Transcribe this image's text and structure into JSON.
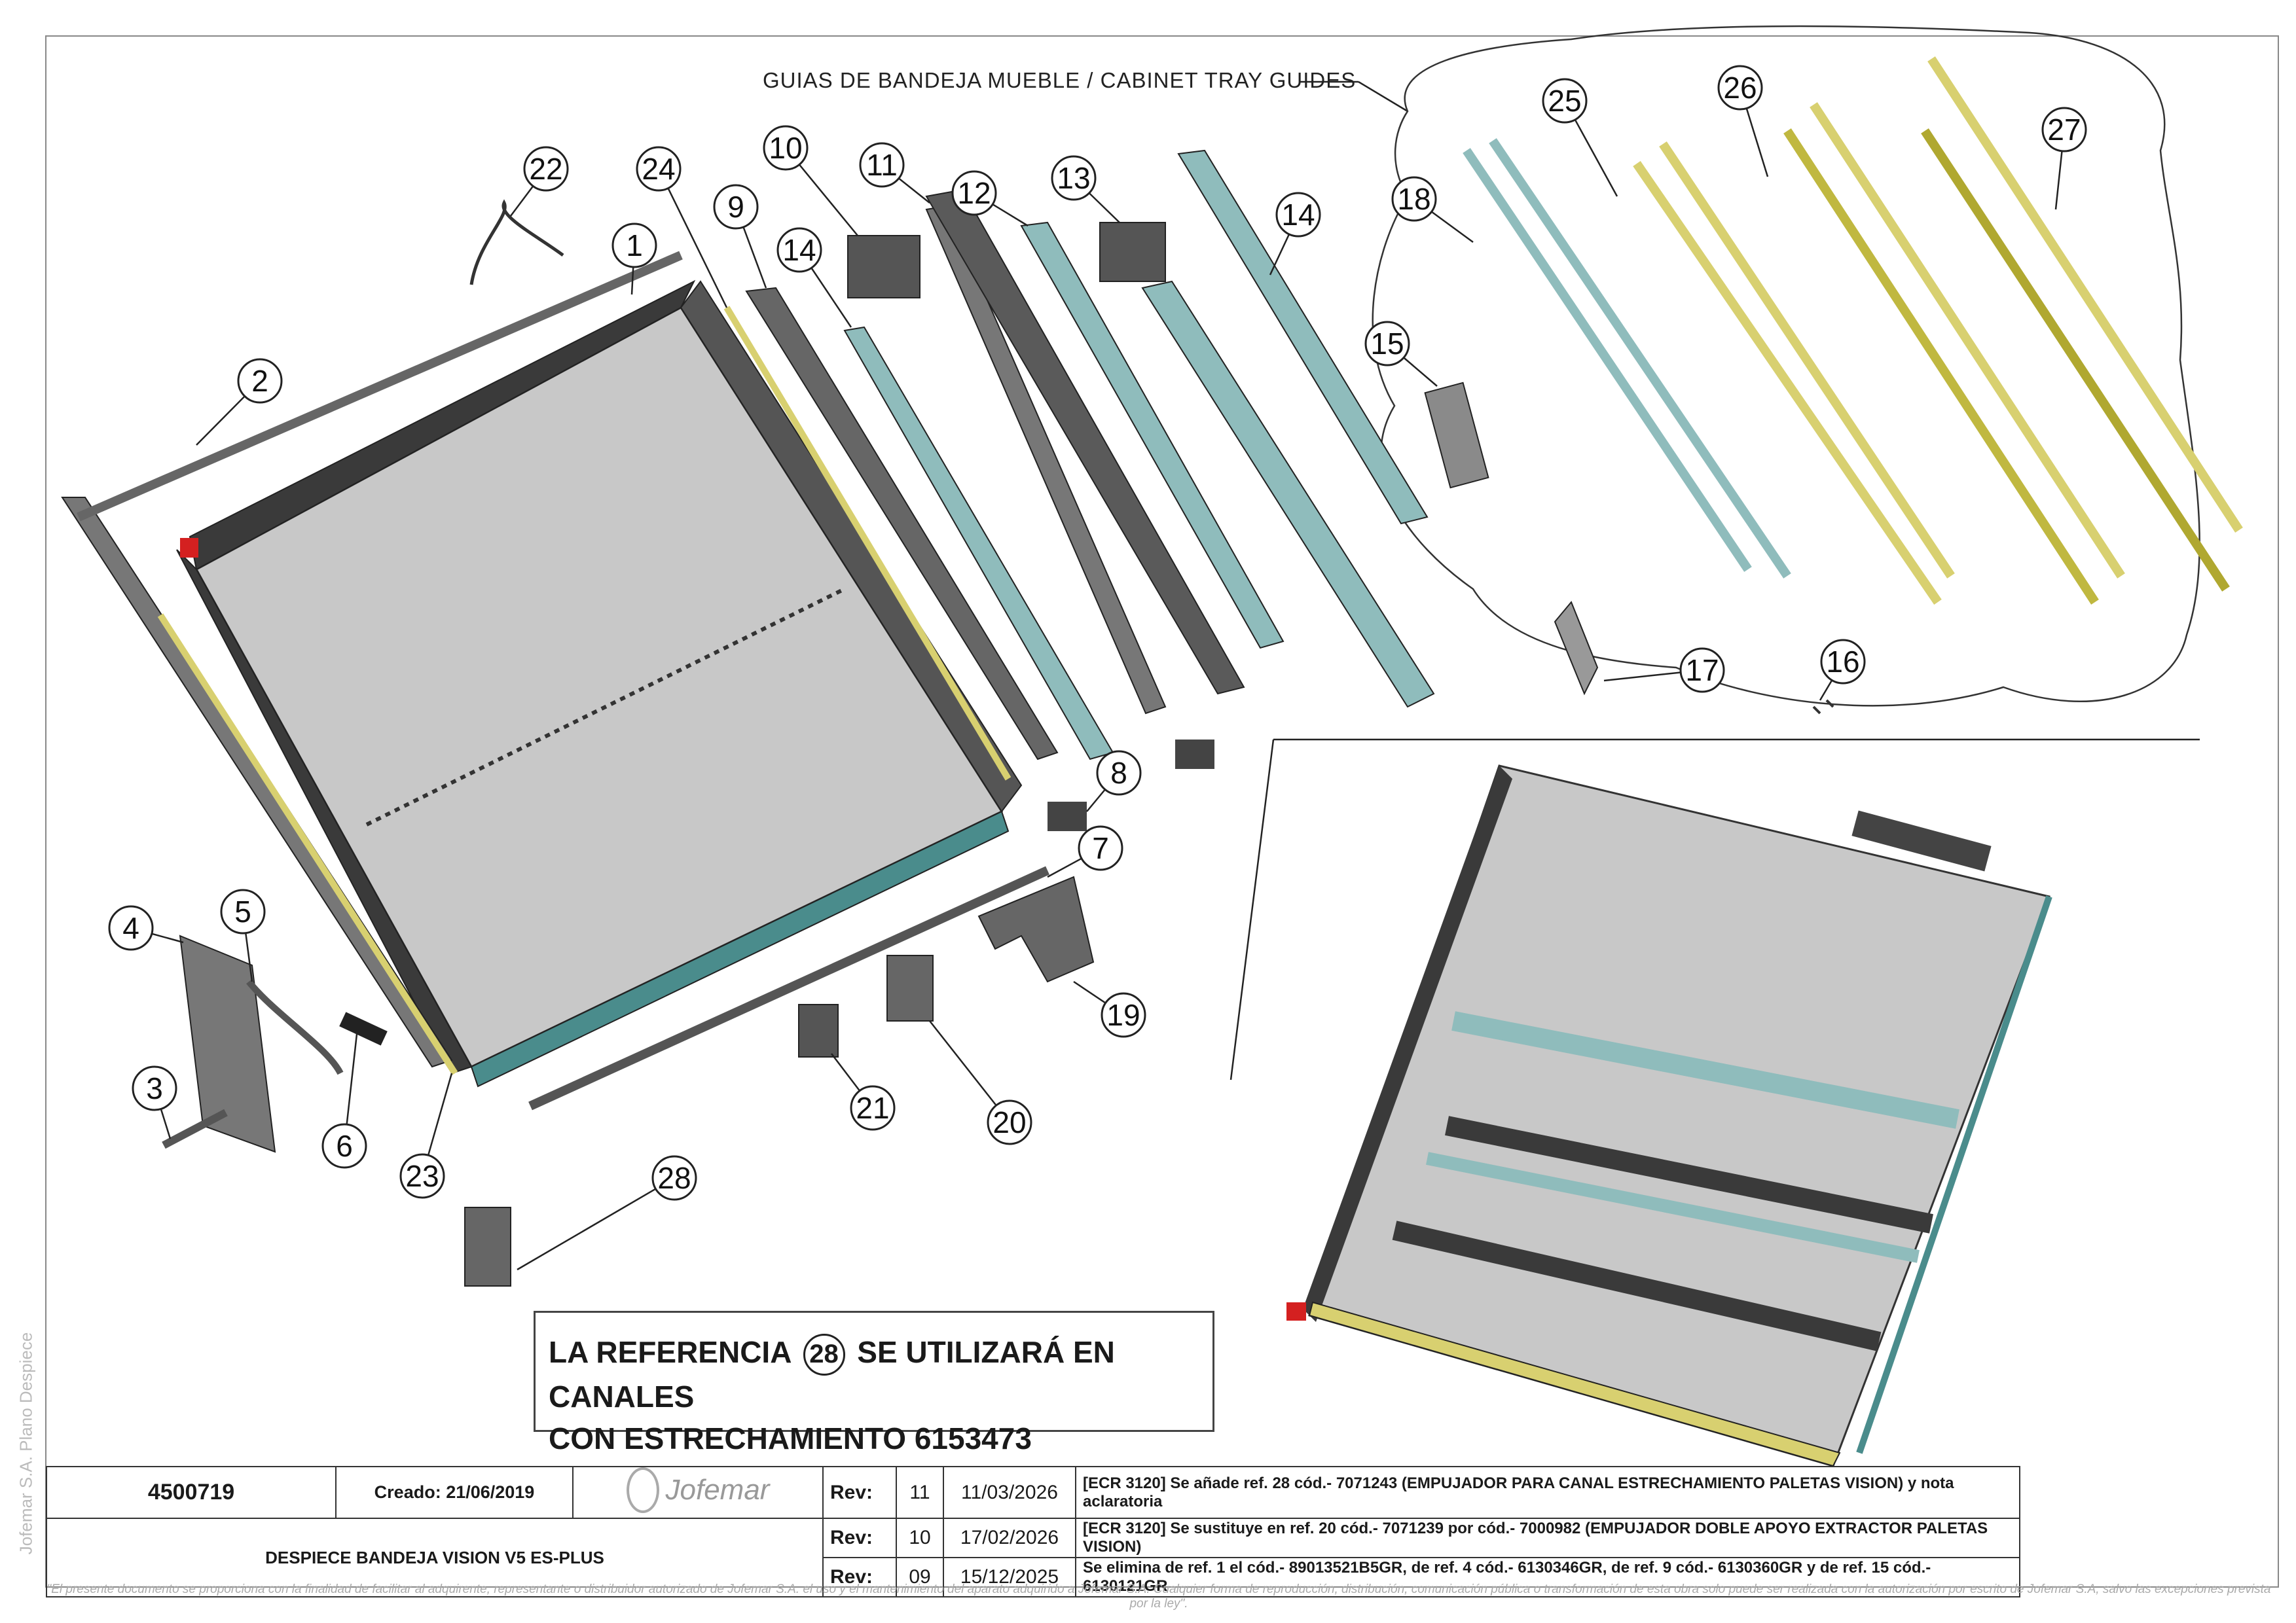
{
  "guide_title": "GUIAS DE BANDEJA MUEBLE / CABINET TRAY GUIDES",
  "parts": [
    "1",
    "2",
    "3",
    "4",
    "5",
    "6",
    "7",
    "8",
    "9",
    "10",
    "11",
    "12",
    "13",
    "14",
    "14",
    "15",
    "16",
    "17",
    "18",
    "19",
    "20",
    "21",
    "22",
    "23",
    "24",
    "25",
    "26",
    "27",
    "28"
  ],
  "note": {
    "line1_a": "LA REFERENCIA",
    "ref": "28",
    "line1_b": "SE UTILIZARÁ EN CANALES",
    "line2": "CON ESTRECHAMIENTO 6153473"
  },
  "title_block": {
    "code": "4500719",
    "created": "Creado: 21/06/2019",
    "brand": "Jofemar",
    "description": "DESPIECE BANDEJA VISION V5 ES-PLUS",
    "revisions": [
      {
        "label": "Rev:",
        "no": "11",
        "date": "11/03/2026",
        "text": "[ECR 3120] Se añade ref. 28 cód.- 7071243 (EMPUJADOR PARA CANAL ESTRECHAMIENTO PALETAS VISION) y nota aclaratoria"
      },
      {
        "label": "Rev:",
        "no": "10",
        "date": "17/02/2026",
        "text": "[ECR 3120] Se sustituye en ref. 20 cód.- 7071239 por cód.- 7000982 (EMPUJADOR DOBLE APOYO EXTRACTOR PALETAS VISION)"
      },
      {
        "label": "Rev:",
        "no": "09",
        "date": "15/12/2025",
        "text": "Se elimina de ref. 1 el cód.- 89013521B5GR, de ref. 4 cód.- 6130346GR, de ref. 9 cód.- 6130360GR y de ref. 15 cód.- 6130121GR"
      }
    ]
  },
  "side_label": "Jofemar S.A. Plano Despiece",
  "footer": "\"El presente documento se proporciona con la finalidad de facilitar al adquirente, representante o distribuidor autorizado de Jofemar S.A. el uso y el mantenimiento del aparato adquirido a Jofemar S.A. Cualquier forma de reproducción, distribución, comunicación pública o transformación de esta obra solo puede ser realizada con la autorización por escrito de Jofemar S.A, salvo las excepciones prevista por la ley\".",
  "colors": {
    "tray_grey": "#c8c8c8",
    "frame_dark": "#3a3a3a",
    "guide_teal": "#8fbcbc",
    "guide_yellow": "#d8d070",
    "red_cap": "#d42020"
  }
}
